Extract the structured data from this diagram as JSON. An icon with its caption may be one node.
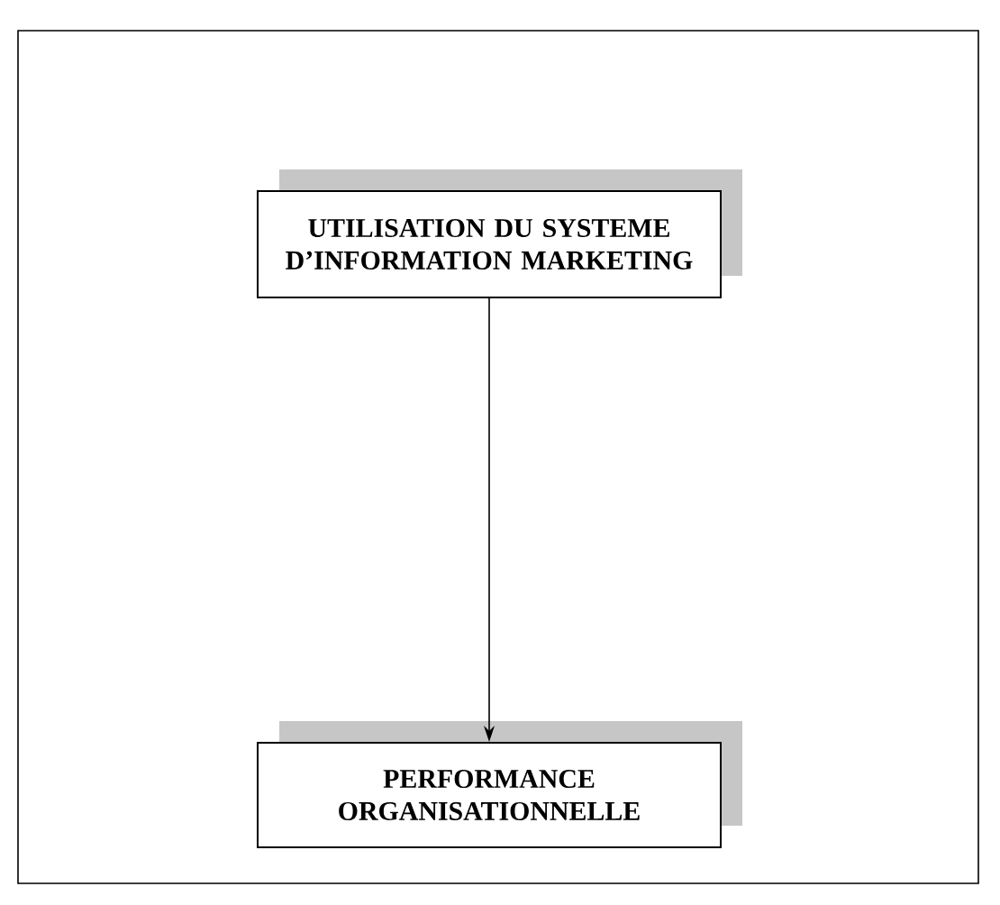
{
  "diagram": {
    "nodes": [
      {
        "text": [
          "UTILISATION DU SYSTEME D’INFORMATION MARKETING"
        ]
      },
      {
        "text": [
          "PERFORMANCE ORGANISATIONNELLE"
        ]
      }
    ],
    "edges": [
      {
        "from": 0,
        "to": 1,
        "arrow": "to"
      }
    ]
  }
}
